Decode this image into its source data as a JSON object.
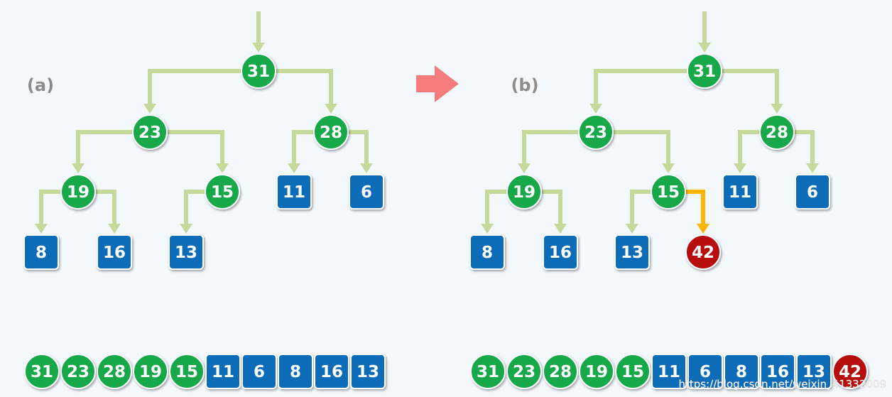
{
  "colors": {
    "tree_node": "#12a84a",
    "leaf_node": "#0a6cb8",
    "new_node": "#b80d0d",
    "edge": "#c5d99a",
    "highlight_edge": "#ffb400",
    "transition_arrow": "#f47c7c",
    "panel_label": "#8c8c8c",
    "background": "#f3f8fc"
  },
  "panels": [
    {
      "label": "(a)",
      "tree": {
        "nodes": [
          {
            "id": "n31",
            "value": "31",
            "kind": "tree"
          },
          {
            "id": "n23",
            "value": "23",
            "kind": "tree"
          },
          {
            "id": "n28",
            "value": "28",
            "kind": "tree"
          },
          {
            "id": "n19",
            "value": "19",
            "kind": "tree"
          },
          {
            "id": "n15",
            "value": "15",
            "kind": "tree"
          },
          {
            "id": "n11",
            "value": "11",
            "kind": "leaf"
          },
          {
            "id": "n6",
            "value": "6",
            "kind": "leaf"
          },
          {
            "id": "n8",
            "value": "8",
            "kind": "leaf"
          },
          {
            "id": "n16",
            "value": "16",
            "kind": "leaf"
          },
          {
            "id": "n13",
            "value": "13",
            "kind": "leaf"
          }
        ],
        "edges": [
          {
            "from": "n31",
            "to": "n23",
            "highlight": false
          },
          {
            "from": "n31",
            "to": "n28",
            "highlight": false
          },
          {
            "from": "n23",
            "to": "n19",
            "highlight": false
          },
          {
            "from": "n23",
            "to": "n15",
            "highlight": false
          },
          {
            "from": "n28",
            "to": "n11",
            "highlight": false
          },
          {
            "from": "n28",
            "to": "n6",
            "highlight": false
          },
          {
            "from": "n19",
            "to": "n8",
            "highlight": false
          },
          {
            "from": "n19",
            "to": "n16",
            "highlight": false
          },
          {
            "from": "n15",
            "to": "n13",
            "highlight": false
          }
        ]
      },
      "array": [
        {
          "value": "31",
          "kind": "tree"
        },
        {
          "value": "23",
          "kind": "tree"
        },
        {
          "value": "28",
          "kind": "tree"
        },
        {
          "value": "19",
          "kind": "tree"
        },
        {
          "value": "15",
          "kind": "tree"
        },
        {
          "value": "11",
          "kind": "leaf"
        },
        {
          "value": "6",
          "kind": "leaf"
        },
        {
          "value": "8",
          "kind": "leaf"
        },
        {
          "value": "16",
          "kind": "leaf"
        },
        {
          "value": "13",
          "kind": "leaf"
        }
      ]
    },
    {
      "label": "(b)",
      "tree": {
        "nodes": [
          {
            "id": "n31",
            "value": "31",
            "kind": "tree"
          },
          {
            "id": "n23",
            "value": "23",
            "kind": "tree"
          },
          {
            "id": "n28",
            "value": "28",
            "kind": "tree"
          },
          {
            "id": "n19",
            "value": "19",
            "kind": "tree"
          },
          {
            "id": "n15",
            "value": "15",
            "kind": "tree"
          },
          {
            "id": "n11",
            "value": "11",
            "kind": "leaf"
          },
          {
            "id": "n6",
            "value": "6",
            "kind": "leaf"
          },
          {
            "id": "n8",
            "value": "8",
            "kind": "leaf"
          },
          {
            "id": "n16",
            "value": "16",
            "kind": "leaf"
          },
          {
            "id": "n13",
            "value": "13",
            "kind": "leaf"
          },
          {
            "id": "n42",
            "value": "42",
            "kind": "new"
          }
        ],
        "edges": [
          {
            "from": "n31",
            "to": "n23",
            "highlight": false
          },
          {
            "from": "n31",
            "to": "n28",
            "highlight": false
          },
          {
            "from": "n23",
            "to": "n19",
            "highlight": false
          },
          {
            "from": "n23",
            "to": "n15",
            "highlight": false
          },
          {
            "from": "n28",
            "to": "n11",
            "highlight": false
          },
          {
            "from": "n28",
            "to": "n6",
            "highlight": false
          },
          {
            "from": "n19",
            "to": "n8",
            "highlight": false
          },
          {
            "from": "n19",
            "to": "n16",
            "highlight": false
          },
          {
            "from": "n15",
            "to": "n13",
            "highlight": false
          },
          {
            "from": "n15",
            "to": "n42",
            "highlight": true
          }
        ]
      },
      "array": [
        {
          "value": "31",
          "kind": "tree"
        },
        {
          "value": "23",
          "kind": "tree"
        },
        {
          "value": "28",
          "kind": "tree"
        },
        {
          "value": "19",
          "kind": "tree"
        },
        {
          "value": "15",
          "kind": "tree"
        },
        {
          "value": "11",
          "kind": "leaf"
        },
        {
          "value": "6",
          "kind": "leaf"
        },
        {
          "value": "8",
          "kind": "leaf"
        },
        {
          "value": "16",
          "kind": "leaf"
        },
        {
          "value": "13",
          "kind": "leaf"
        },
        {
          "value": "42",
          "kind": "new"
        }
      ]
    }
  ],
  "watermark": "https://blog.csdn.net/weixin_41332009"
}
